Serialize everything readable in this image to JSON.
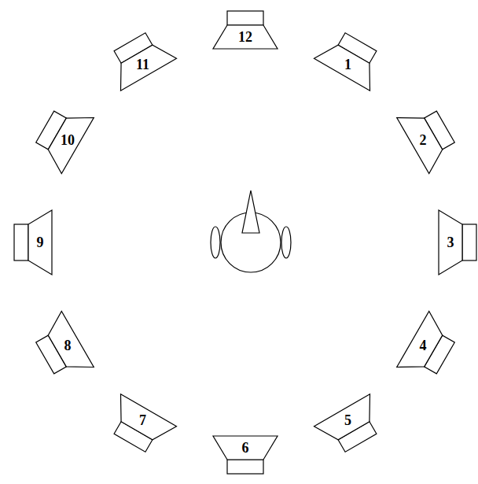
{
  "diagram": {
    "nodes": [
      {
        "text": [
          "12"
        ]
      },
      {
        "text": [
          "11"
        ]
      },
      {
        "text": [
          "1"
        ]
      },
      {
        "text": [
          "10"
        ]
      },
      {
        "text": [
          "2"
        ]
      },
      {
        "text": [
          "9"
        ]
      },
      {
        "text": [
          "3"
        ]
      },
      {
        "text": [
          "8"
        ]
      },
      {
        "text": [
          "4"
        ]
      },
      {
        "text": [
          "7"
        ]
      },
      {
        "text": [
          "5"
        ]
      },
      {
        "text": [
          "6"
        ]
      }
    ]
  }
}
